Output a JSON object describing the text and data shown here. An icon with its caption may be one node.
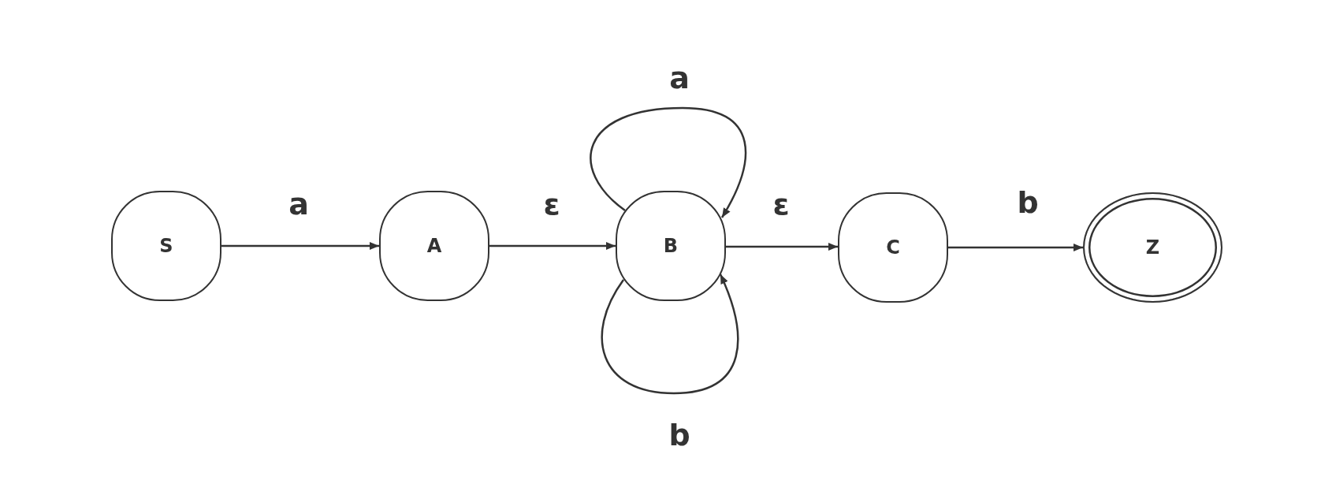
{
  "diagram": {
    "nodes": [
      {
        "text": [
          "S"
        ]
      },
      {
        "text": [
          "A"
        ]
      },
      {
        "text": [
          "B"
        ]
      },
      {
        "text": [
          "C"
        ]
      },
      {
        "text": [
          "Z"
        ]
      }
    ],
    "edges": [
      {
        "from": 0,
        "to": 1,
        "arrow": "to",
        "label": "a"
      },
      {
        "from": 1,
        "to": 2,
        "arrow": "to",
        "label": "ε"
      },
      {
        "from": 2,
        "to": 2,
        "arrow": "to",
        "label": "a"
      },
      {
        "from": 2,
        "to": 2,
        "arrow": "to",
        "label": "b"
      },
      {
        "from": 2,
        "to": 3,
        "arrow": "to",
        "label": "ε"
      },
      {
        "from": 3,
        "to": 4,
        "arrow": "to",
        "label": "b"
      }
    ]
  }
}
